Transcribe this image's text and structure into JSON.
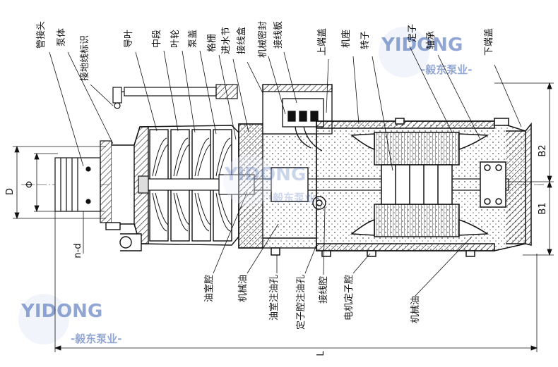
{
  "diagram": {
    "labels_top": [
      {
        "id": "pipe-connector",
        "text": "管接头"
      },
      {
        "id": "pump-body",
        "text": "泵体"
      },
      {
        "id": "ground-mark",
        "text": "接地线标识"
      },
      {
        "id": "guide-vane",
        "text": "导叶"
      },
      {
        "id": "middle-section",
        "text": "中段"
      },
      {
        "id": "impeller",
        "text": "叶轮"
      },
      {
        "id": "pump-cover",
        "text": "泵盖"
      },
      {
        "id": "grille",
        "text": "格栅"
      },
      {
        "id": "inlet-section",
        "text": "进水节"
      },
      {
        "id": "junction-box",
        "text": "接线盒"
      },
      {
        "id": "mech-seal",
        "text": "机械密封"
      },
      {
        "id": "terminal-board",
        "text": "接线板"
      },
      {
        "id": "upper-end-cover",
        "text": "上端盖"
      },
      {
        "id": "motor-base",
        "text": "机座"
      },
      {
        "id": "rotor",
        "text": "转子"
      },
      {
        "id": "stator",
        "text": "定子"
      },
      {
        "id": "bearing",
        "text": "轴承"
      },
      {
        "id": "lower-end-cover",
        "text": "下端盖"
      }
    ],
    "labels_bottom": [
      {
        "id": "oil-chamber",
        "text": "油室腔"
      },
      {
        "id": "mech-oil-1",
        "text": "机械油"
      },
      {
        "id": "oil-chamber-fill",
        "text": "油室注油孔"
      },
      {
        "id": "stator-chamber-fill",
        "text": "定子腔注油孔"
      },
      {
        "id": "wiring-chamber",
        "text": "接线腔"
      },
      {
        "id": "motor-stator-chamber",
        "text": "电机定子腔"
      },
      {
        "id": "mech-oil-2",
        "text": "机械油"
      }
    ],
    "dimensions": {
      "d_big": "D",
      "phi": "Φ",
      "nd": "n-d",
      "b1": "B1",
      "b2": "B2",
      "length": "L"
    }
  },
  "watermark": {
    "brand_en": "YIDONG",
    "brand_cn": "-毅东泵业-"
  }
}
